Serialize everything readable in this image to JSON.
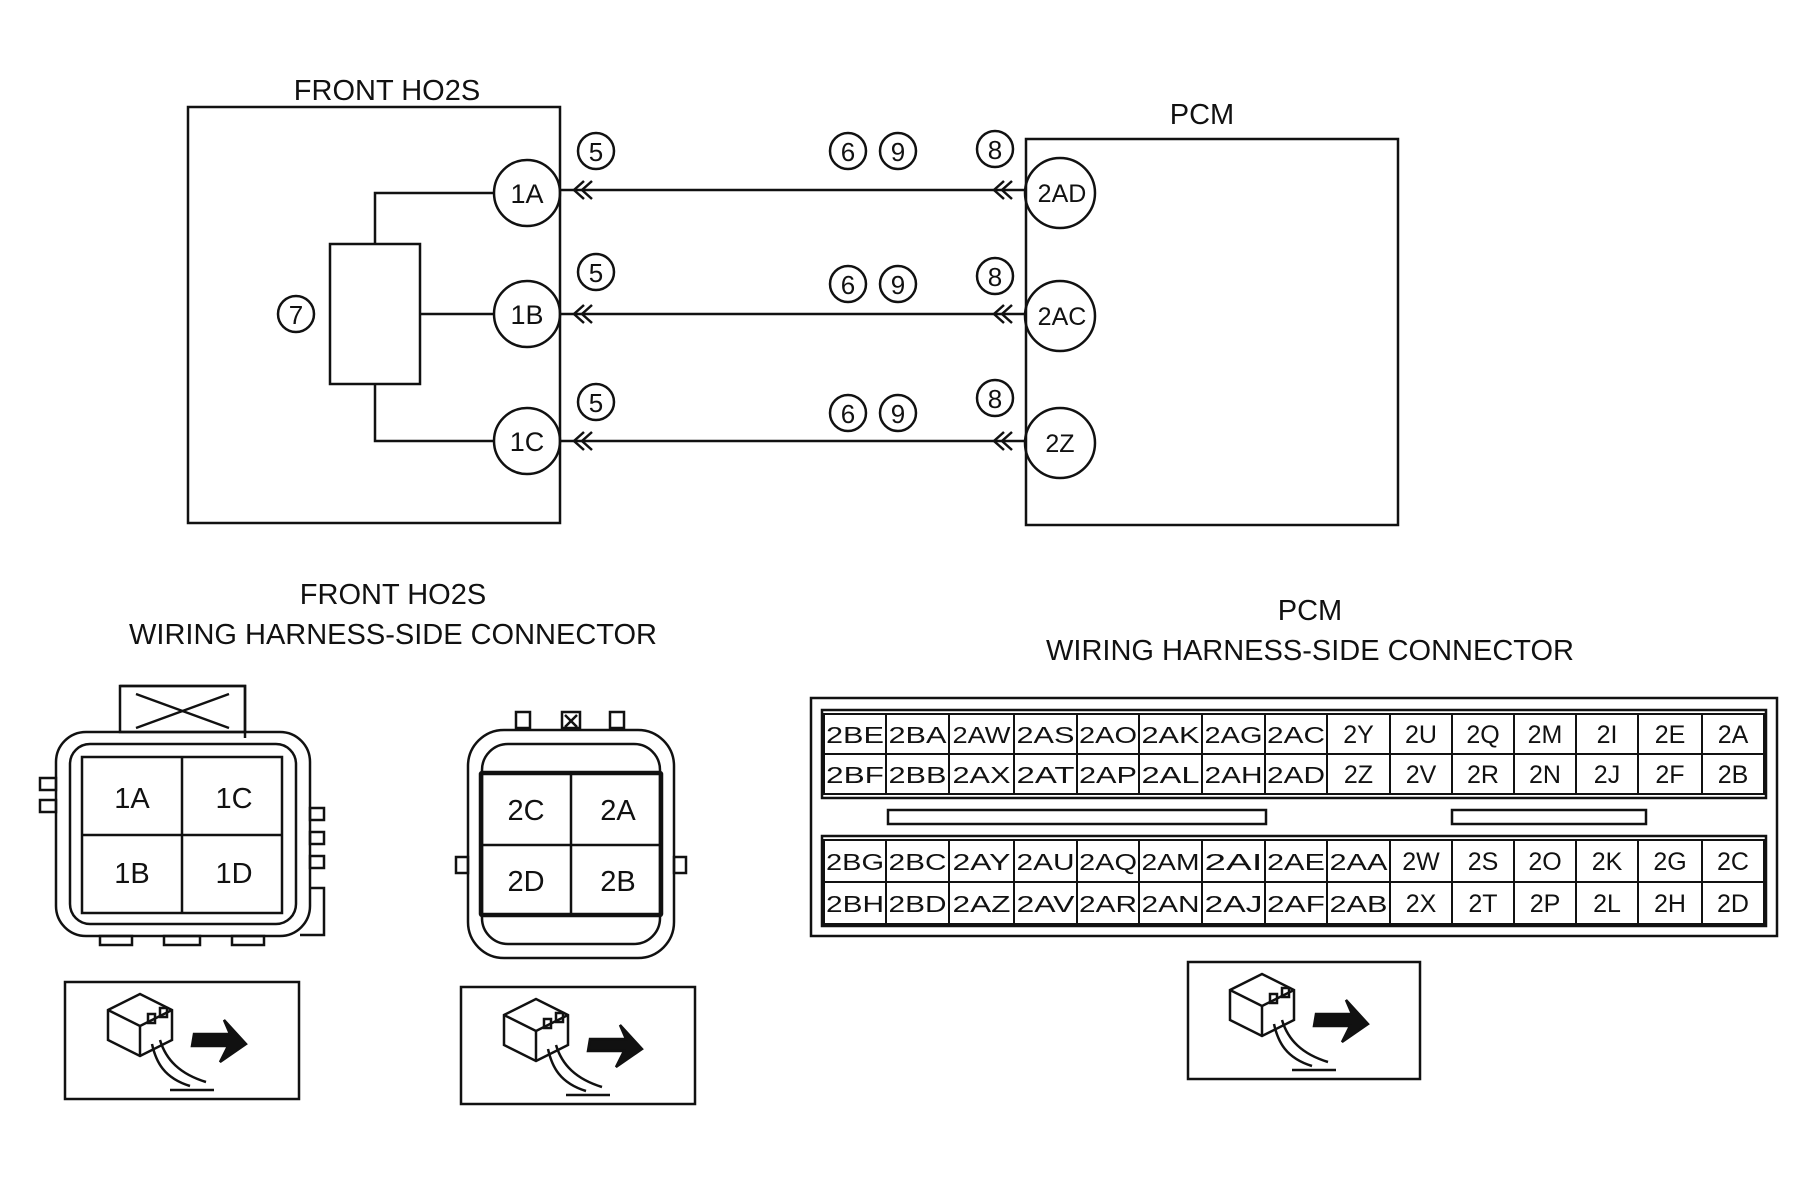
{
  "schematic": {
    "ho2s_title": "FRONT HO2S",
    "pcm_title": "PCM",
    "internal_marker": "7",
    "wires": [
      {
        "ho2s_pin": "1A",
        "pcm_pin": "2AD",
        "left_marker": "5",
        "mid_markers": [
          "6",
          "9"
        ],
        "right_marker": "8"
      },
      {
        "ho2s_pin": "1B",
        "pcm_pin": "2AC",
        "left_marker": "5",
        "mid_markers": [
          "6",
          "9"
        ],
        "right_marker": "8"
      },
      {
        "ho2s_pin": "1C",
        "pcm_pin": "2Z",
        "left_marker": "5",
        "mid_markers": [
          "6",
          "9"
        ],
        "right_marker": "8"
      }
    ]
  },
  "ho2s_connector": {
    "title_line1": "FRONT HO2S",
    "title_line2": "WIRING HARNESS-SIDE CONNECTOR",
    "left_connector": {
      "cells": [
        [
          "1A",
          "1C"
        ],
        [
          "1B",
          "1D"
        ]
      ]
    },
    "right_connector": {
      "cells": [
        [
          "2C",
          "2A"
        ],
        [
          "2D",
          "2B"
        ]
      ]
    }
  },
  "pcm_connector": {
    "title_line1": "PCM",
    "title_line2": "WIRING HARNESS-SIDE CONNECTOR",
    "upper_block": [
      [
        "2BE",
        "2BA",
        "2AW",
        "2AS",
        "2AO",
        "2AK",
        "2AG",
        "2AC",
        "2Y",
        "2U",
        "2Q",
        "2M",
        "2I",
        "2E",
        "2A"
      ],
      [
        "2BF",
        "2BB",
        "2AX",
        "2AT",
        "2AP",
        "2AL",
        "2AH",
        "2AD",
        "2Z",
        "2V",
        "2R",
        "2N",
        "2J",
        "2F",
        "2B"
      ]
    ],
    "lower_block": [
      [
        "2BG",
        "2BC",
        "2AY",
        "2AU",
        "2AQ",
        "2AM",
        "2AI",
        "2AE",
        "2AA",
        "2W",
        "2S",
        "2O",
        "2K",
        "2G",
        "2C"
      ],
      [
        "2BH",
        "2BD",
        "2AZ",
        "2AV",
        "2AR",
        "2AN",
        "2AJ",
        "2AF",
        "2AB",
        "2X",
        "2T",
        "2P",
        "2L",
        "2H",
        "2D"
      ]
    ]
  }
}
